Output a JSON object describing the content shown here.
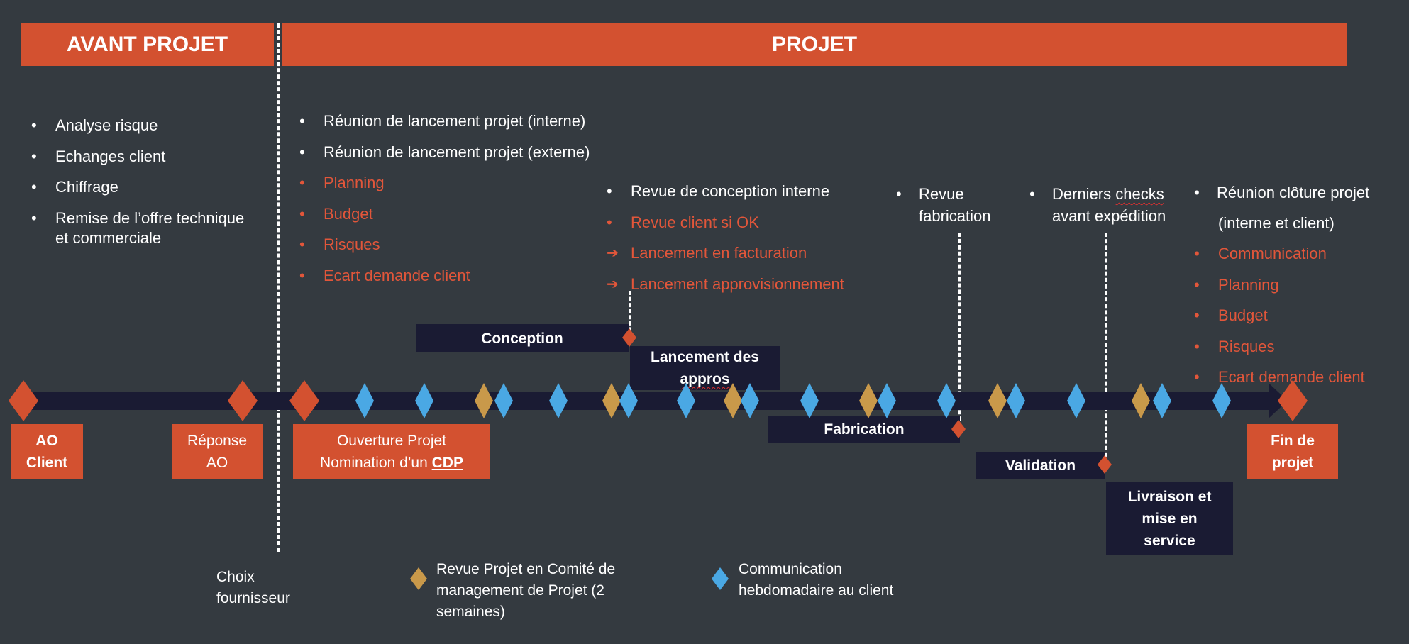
{
  "header": {
    "avant_projet": "AVANT PROJET",
    "projet": "PROJET"
  },
  "colors": {
    "background": "#343a40",
    "accent_orange": "#d35130",
    "navy": "#1a1b33",
    "gold_diamond": "#c9994a",
    "blue_diamond": "#4aa8e4"
  },
  "avant_projet_list": [
    {
      "text": "Analyse risque",
      "color": "white"
    },
    {
      "text": "Echanges client",
      "color": "white"
    },
    {
      "text": "Chiffrage",
      "color": "white"
    },
    {
      "text": "Remise de l’offre technique et commerciale",
      "color": "white"
    }
  ],
  "lancement_list": [
    {
      "text": "Réunion de lancement projet (interne)",
      "color": "white"
    },
    {
      "text": "Réunion de lancement projet (externe)",
      "color": "white"
    },
    {
      "text": "Planning",
      "color": "orange"
    },
    {
      "text": "Budget",
      "color": "orange"
    },
    {
      "text": "Risques",
      "color": "orange"
    },
    {
      "text": "Ecart demande client",
      "color": "orange"
    }
  ],
  "conception_list": [
    {
      "text": "Revue de conception interne",
      "color": "white",
      "marker": "bullet"
    },
    {
      "text": "Revue client si OK",
      "color": "orange",
      "marker": "bullet"
    },
    {
      "text": "Lancement en facturation",
      "color": "orange",
      "marker": "arrow"
    },
    {
      "text": "Lancement approvisionnement",
      "color": "orange",
      "marker": "arrow"
    }
  ],
  "revue_fabrication": {
    "line1": "Revue",
    "line2": "fabrication"
  },
  "derniers_checks": {
    "line1_a": "Derniers ",
    "line1_b": "checks",
    "line2": "avant expédition"
  },
  "cloture_list": {
    "title_line1": "Réunion clôture projet",
    "title_line2": "(interne et client)",
    "items": [
      "Communication",
      "Planning",
      "Budget",
      "Risques",
      "Ecart demande client"
    ]
  },
  "phases": {
    "conception": "Conception",
    "lancement_approvs_line1": "Lancement des",
    "lancement_approvs_line2": "appros",
    "fabrication": "Fabrication",
    "validation": "Validation",
    "livraison": "Livraison et mise en service"
  },
  "milestones": {
    "ao_client": {
      "line1": "AO",
      "line2": "Client"
    },
    "reponse_ao": {
      "line1": "Réponse",
      "line2": "AO"
    },
    "ouverture": {
      "line1": "Ouverture Projet",
      "line2_a": "Nomination d’un ",
      "line2_b": "CDP"
    },
    "fin_projet": {
      "line1": "Fin de",
      "line2": "projet"
    }
  },
  "choix_fournisseur": {
    "line1": "Choix",
    "line2": "fournisseur"
  },
  "legend": [
    {
      "type": "gold",
      "text": "Revue Projet en Comité de management de Projet (2 semaines)"
    },
    {
      "type": "blue",
      "text": "Communication hebdomadaire au client"
    }
  ],
  "timeline": {
    "bullet": "•",
    "arrow": "➔",
    "markers": [
      {
        "type": "milestone"
      },
      {
        "type": "milestone"
      },
      {
        "type": "milestone"
      },
      {
        "type": "blue"
      },
      {
        "type": "blue"
      },
      {
        "type": "gold"
      },
      {
        "type": "blue"
      },
      {
        "type": "blue"
      },
      {
        "type": "gold"
      },
      {
        "type": "blue"
      },
      {
        "type": "blue"
      },
      {
        "type": "gold"
      },
      {
        "type": "blue"
      },
      {
        "type": "blue"
      },
      {
        "type": "gold"
      },
      {
        "type": "blue"
      },
      {
        "type": "blue"
      },
      {
        "type": "gold"
      },
      {
        "type": "blue"
      },
      {
        "type": "blue"
      },
      {
        "type": "gold"
      },
      {
        "type": "blue"
      },
      {
        "type": "blue"
      },
      {
        "type": "milestone"
      }
    ]
  }
}
